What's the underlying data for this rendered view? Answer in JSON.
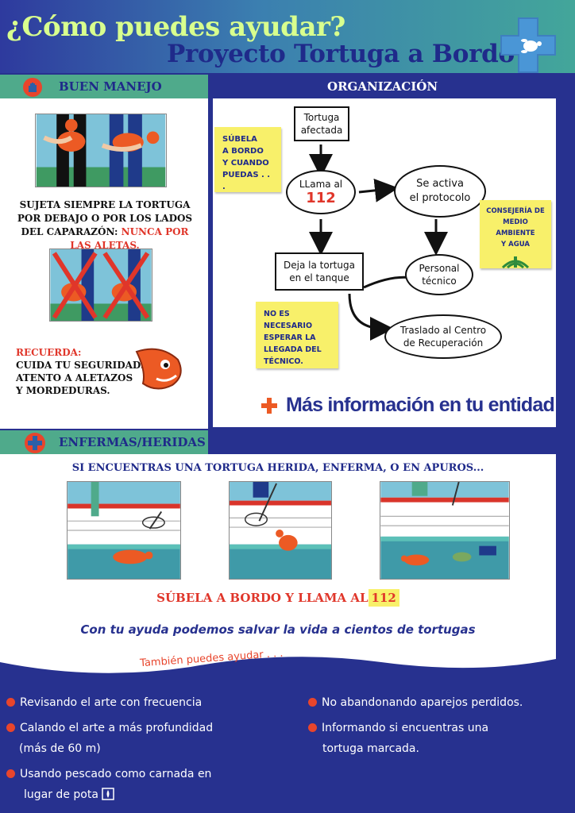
{
  "header": {
    "title_line1": "¿Cómo puedes ayudar?",
    "title_line2": "Proyecto Tortuga a Bordo"
  },
  "sections": {
    "buen_manejo": "BUEN MANEJO",
    "organizacion": "ORGANIZACIÓN",
    "enfermas": "ENFERMAS/HERIDAS"
  },
  "manejo": {
    "text_a": "SUJETA SIEMPRE LA TORTUGA POR DEBAJO O POR LOS LADOS DEL CAPARAZÓN: ",
    "text_b": "NUNCA POR LAS ALETAS.",
    "recuerda_title": "RECUERDA:",
    "recuerda_l1": "CUIDA TU SEGURIDAD.",
    "recuerda_l2": "ATENTO A ALETAZOS",
    "recuerda_l3": "Y MORDEDURAS."
  },
  "flow": {
    "n1_l1": "Tortuga",
    "n1_l2": "afectada",
    "n2_l1": "LLama al",
    "n2_num": "112",
    "n3_l1": "Se activa",
    "n3_l2": "el protocolo",
    "n4_l1": "Deja la tortuga",
    "n4_l2": "en el tanque",
    "n5_l1": "Personal",
    "n5_l2": "técnico",
    "n6_l1": "Traslado al Centro",
    "n6_l2": "de Recuperación",
    "sticky1": [
      "SÚBELA",
      "A BORDO",
      "Y CUANDO",
      "PUEDAS . . ."
    ],
    "sticky2": [
      "NO ES NECESARIO",
      "ESPERAR LA",
      "LLEGADA DEL",
      "TÉCNICO."
    ],
    "sticky3": [
      "CONSEJERÍA DE",
      "MEDIO AMBIENTE",
      "Y AGUA"
    ],
    "mas_info": "Más información en tu entidad"
  },
  "enfermas": {
    "intro": "SI ENCUENTRAS UNA TORTUGA HERIDA, ENFERMA, O EN APUROS...",
    "subela": "SÚBELA A BORDO Y LLAMA AL ",
    "num": "112",
    "con_tu_ayuda": "Con tu ayuda podemos salvar la vida a cientos de tortugas"
  },
  "bottom": {
    "heading": "También puedes ayudar . . .",
    "left": [
      "Revisando el arte con frecuencia",
      "Calando el arte a más profundidad",
      "(más de 60 m)",
      "Usando pescado como carnada en",
      "lugar de pota"
    ],
    "right": [
      "No abandonando aparejos perdidos.",
      "Informando si encuentras una",
      "tortuga marcada."
    ]
  },
  "colors": {
    "navy": "#27318f",
    "green": "#4faa8b",
    "accent_red": "#e0362a",
    "sticky": "#f8f06a",
    "turtle_orange": "#ec5a24"
  }
}
